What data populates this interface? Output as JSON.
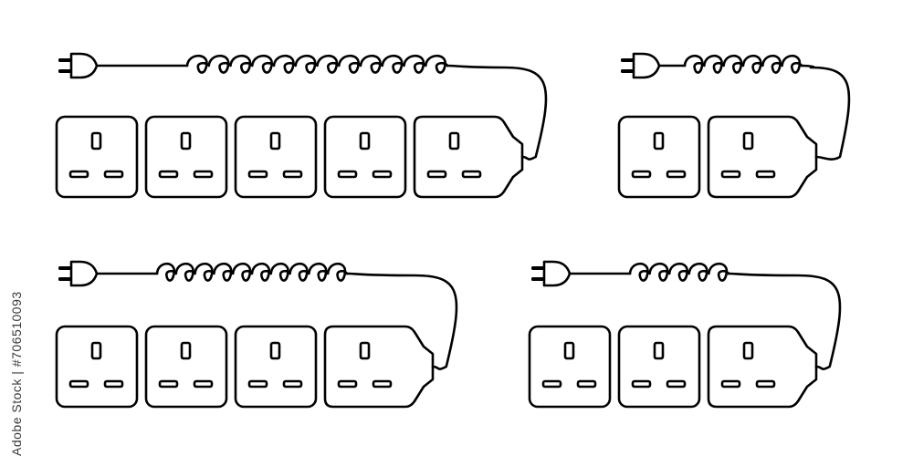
{
  "image": {
    "subject": "extension-lead-icons",
    "line_color": "#000000",
    "background_color": "#ffffff",
    "stock_id_text": "Adobe Stock | #706510093"
  },
  "power_strips": [
    {
      "name": "power-strip-5-socket",
      "socket_count": 5,
      "coil_turns": 12
    },
    {
      "name": "power-strip-2-socket",
      "socket_count": 2,
      "coil_turns": 6
    },
    {
      "name": "power-strip-4-socket",
      "socket_count": 4,
      "coil_turns": 10
    },
    {
      "name": "power-strip-3-socket",
      "socket_count": 3,
      "coil_turns": 5
    }
  ]
}
